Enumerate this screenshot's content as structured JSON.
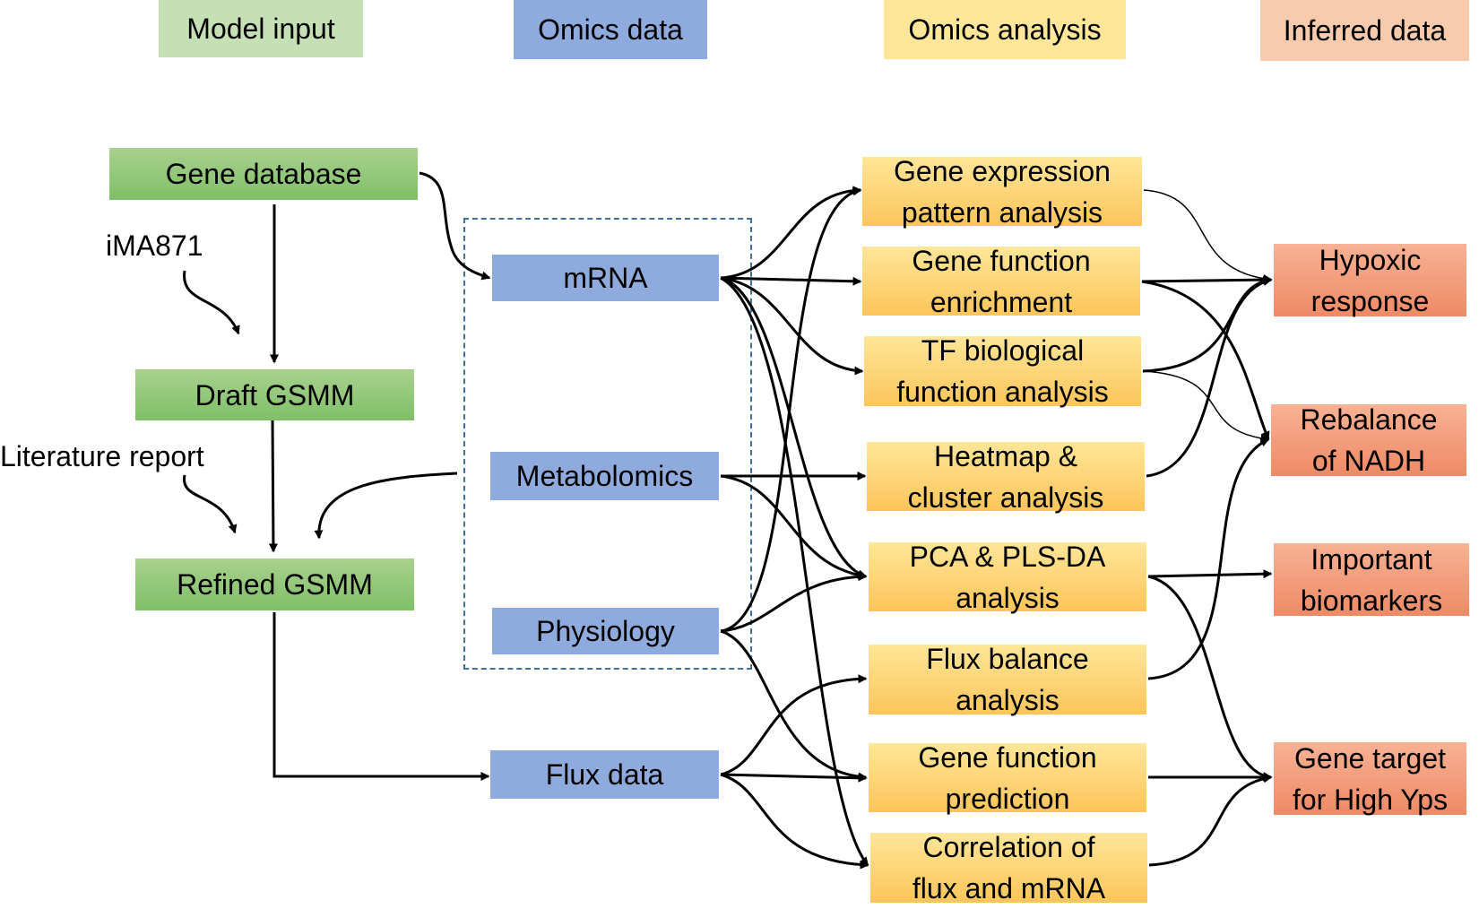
{
  "headers": {
    "model_input": "Model input",
    "omics_data": "Omics data",
    "omics_analysis": "Omics analysis",
    "inferred_data": "Inferred data"
  },
  "model_input": {
    "gene_database": "Gene database",
    "draft_gsmm": "Draft GSMM",
    "refined_gsmm": "Refined GSMM",
    "ima871": "iMA871",
    "literature_report": "Literature report"
  },
  "omics_data": {
    "mrna": "mRNA",
    "metabolomics": "Metabolomics",
    "physiology": "Physiology",
    "flux_data": "Flux data"
  },
  "omics_analysis": {
    "gene_expression": "Gene expression\npattern analysis",
    "gene_function_enrichment": "Gene function\nenrichment",
    "tf_biological": "TF biological\nfunction analysis",
    "heatmap": "Heatmap &\ncluster analysis",
    "pca": "PCA & PLS-DA\nanalysis",
    "flux_balance": "Flux balance\nanalysis",
    "gene_function_prediction": "Gene function\nprediction",
    "correlation": "Correlation of\nflux and mRNA"
  },
  "inferred_data": {
    "hypoxic": "Hypoxic\nresponse",
    "nadh": "Rebalance\nof NADH",
    "biomarkers": "Important\nbiomarkers",
    "gene_target": "Gene target\nfor High Yps"
  },
  "colors": {
    "header_green": "#c5e0b4",
    "header_blue": "#8faadc",
    "header_yellow": "#ffe699",
    "header_orange": "#f8cbad",
    "node_green": "#a9d18e",
    "node_blue": "#8faadc",
    "node_yellow": "#fcc55a",
    "node_orange": "#ee8a66",
    "dashed_border": "#41719c"
  }
}
